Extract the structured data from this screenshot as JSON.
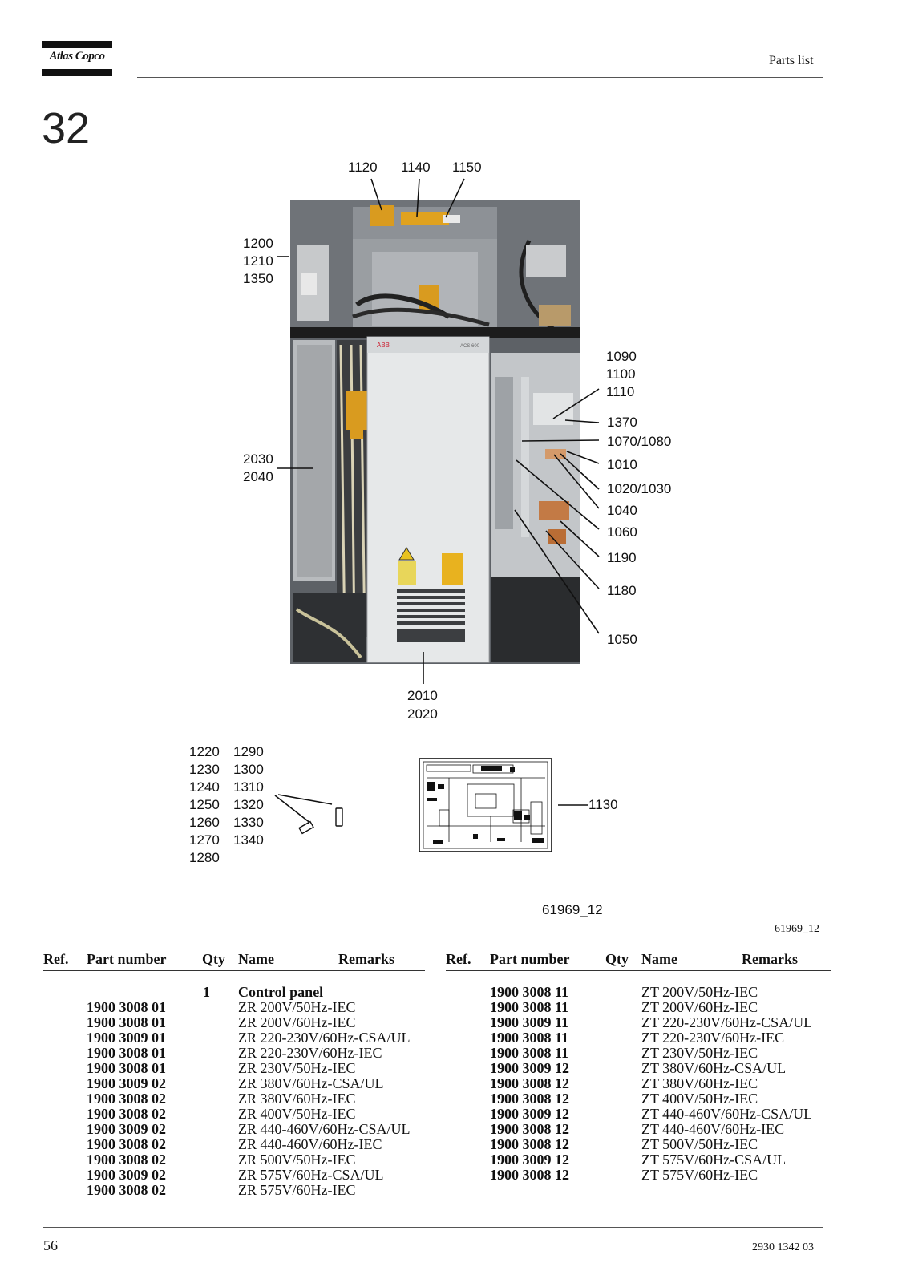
{
  "header": {
    "logo_text": "Atlas Copco",
    "section_title": "Parts list",
    "section_number": "32"
  },
  "figure": {
    "callouts_top": [
      "1120",
      "1140",
      "1150"
    ],
    "callouts_left_upper": [
      "1200",
      "1210",
      "1350"
    ],
    "callouts_left_mid": [
      "2030",
      "2040"
    ],
    "callouts_right_group": [
      "1090",
      "1100",
      "1110"
    ],
    "callouts_right": [
      "1370",
      "1070/1080",
      "1010",
      "1020/1030",
      "1040",
      "1060",
      "1190",
      "1180",
      "1050"
    ],
    "callouts_bottom": [
      "2010",
      "2020"
    ],
    "small_parts_col1": [
      "1220",
      "1230",
      "1240",
      "1250",
      "1260",
      "1270",
      "1280"
    ],
    "small_parts_col2": [
      "1290",
      "1300",
      "1310",
      "1320",
      "1330",
      "1340"
    ],
    "diagram_callout": "1130",
    "figure_id_sans": "61969_12",
    "figure_id_serif": "61969_12",
    "photo_label_brand": "ABB",
    "photo_label_model": "ACS 600"
  },
  "table_headers": {
    "ref": "Ref.",
    "part_number": "Part number",
    "qty": "Qty",
    "name": "Name",
    "remarks": "Remarks"
  },
  "parts_left": [
    {
      "part_number": "",
      "qty": "1",
      "name": "Control panel",
      "bold_name": true
    },
    {
      "part_number": "1900 3008 01",
      "qty": "",
      "name": "ZR 200V/50Hz-IEC"
    },
    {
      "part_number": "1900 3008 01",
      "qty": "",
      "name": "ZR 200V/60Hz-IEC"
    },
    {
      "part_number": "1900 3009 01",
      "qty": "",
      "name": "ZR 220-230V/60Hz-CSA/UL"
    },
    {
      "part_number": "1900 3008 01",
      "qty": "",
      "name": "ZR 220-230V/60Hz-IEC"
    },
    {
      "part_number": "1900 3008 01",
      "qty": "",
      "name": "ZR 230V/50Hz-IEC"
    },
    {
      "part_number": "1900 3009 02",
      "qty": "",
      "name": "ZR 380V/60Hz-CSA/UL"
    },
    {
      "part_number": "1900 3008 02",
      "qty": "",
      "name": "ZR 380V/60Hz-IEC"
    },
    {
      "part_number": "1900 3008 02",
      "qty": "",
      "name": "ZR 400V/50Hz-IEC"
    },
    {
      "part_number": "1900 3009 02",
      "qty": "",
      "name": "ZR 440-460V/60Hz-CSA/UL"
    },
    {
      "part_number": "1900 3008 02",
      "qty": "",
      "name": "ZR 440-460V/60Hz-IEC"
    },
    {
      "part_number": "1900 3008 02",
      "qty": "",
      "name": "ZR 500V/50Hz-IEC"
    },
    {
      "part_number": "1900 3009 02",
      "qty": "",
      "name": "ZR 575V/60Hz-CSA/UL"
    },
    {
      "part_number": "1900 3008 02",
      "qty": "",
      "name": "ZR 575V/60Hz-IEC"
    }
  ],
  "parts_right": [
    {
      "part_number": "1900 3008 11",
      "qty": "",
      "name": "ZT 200V/50Hz-IEC"
    },
    {
      "part_number": "1900 3008 11",
      "qty": "",
      "name": "ZT 200V/60Hz-IEC"
    },
    {
      "part_number": "1900 3009 11",
      "qty": "",
      "name": "ZT 220-230V/60Hz-CSA/UL"
    },
    {
      "part_number": "1900 3008 11",
      "qty": "",
      "name": "ZT 220-230V/60Hz-IEC"
    },
    {
      "part_number": "1900 3008 11",
      "qty": "",
      "name": "ZT 230V/50Hz-IEC"
    },
    {
      "part_number": "1900 3009 12",
      "qty": "",
      "name": "ZT 380V/60Hz-CSA/UL"
    },
    {
      "part_number": "1900 3008 12",
      "qty": "",
      "name": "ZT 380V/60Hz-IEC"
    },
    {
      "part_number": "1900 3008 12",
      "qty": "",
      "name": "ZT 400V/50Hz-IEC"
    },
    {
      "part_number": "1900 3009 12",
      "qty": "",
      "name": "ZT 440-460V/60Hz-CSA/UL"
    },
    {
      "part_number": "1900 3008 12",
      "qty": "",
      "name": "ZT 440-460V/60Hz-IEC"
    },
    {
      "part_number": "1900 3008 12",
      "qty": "",
      "name": "ZT 500V/50Hz-IEC"
    },
    {
      "part_number": "1900 3009 12",
      "qty": "",
      "name": "ZT 575V/60Hz-CSA/UL"
    },
    {
      "part_number": "1900 3008 12",
      "qty": "",
      "name": "ZT 575V/60Hz-IEC"
    }
  ],
  "footer": {
    "page_number": "56",
    "doc_number": "2930 1342 03"
  }
}
